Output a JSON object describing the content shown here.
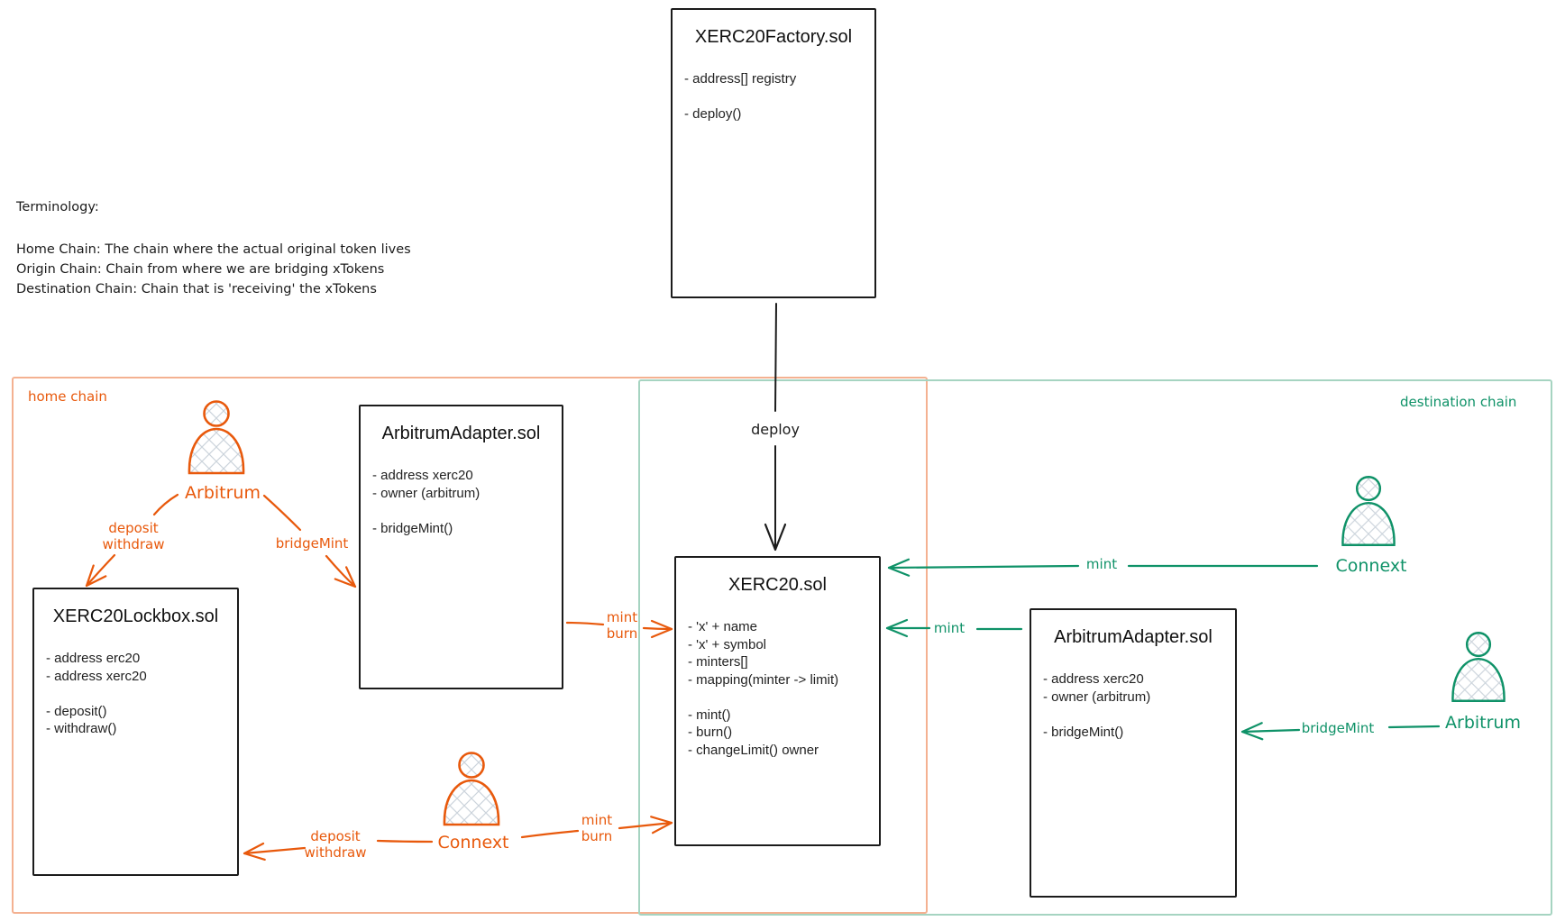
{
  "terminology": {
    "title": "Terminology:",
    "line1": "Home Chain: The chain where the actual original token lives",
    "line2": "Origin Chain: Chain from where we are bridging xTokens",
    "line3": "Destination Chain: Chain that is 'receiving' the xTokens"
  },
  "regions": {
    "home": {
      "label": "home chain"
    },
    "destination": {
      "label": "destination chain"
    }
  },
  "boxes": {
    "factory": {
      "title": "XERC20Factory.sol",
      "lines": [
        "- address[] registry",
        "",
        "- deploy()"
      ]
    },
    "home_adapter": {
      "title": "ArbitrumAdapter.sol",
      "lines": [
        "- address xerc20",
        "- owner (arbitrum)",
        "",
        "- bridgeMint()"
      ]
    },
    "xerc20": {
      "title": "XERC20.sol",
      "lines": [
        "- 'x' + name",
        "- 'x' + symbol",
        "- minters[]",
        "- mapping(minter -> limit)",
        "",
        "- mint()",
        "- burn()",
        "- changeLimit() owner"
      ]
    },
    "lockbox": {
      "title": "XERC20Lockbox.sol",
      "lines": [
        "- address erc20",
        "- address xerc20",
        "",
        "- deposit()",
        "- withdraw()"
      ]
    },
    "dest_adapter": {
      "title": "ArbitrumAdapter.sol",
      "lines": [
        "- address xerc20",
        "- owner (arbitrum)",
        "",
        "- bridgeMint()"
      ]
    }
  },
  "actors": {
    "home_arbitrum": "Arbitrum",
    "home_connext": "Connext",
    "dest_connext": "Connext",
    "dest_arbitrum": "Arbitrum"
  },
  "edges": {
    "deploy": "deploy",
    "home_arbitrum_lockbox": "deposit\nwithdraw",
    "home_arbitrum_adapter": "bridgeMint",
    "home_adapter_xerc20": "mint\nburn",
    "home_connext_lockbox": "deposit\nwithdraw",
    "home_connext_xerc20": "mint\nburn",
    "dest_connext_xerc20": "mint",
    "dest_adapter_xerc20": "mint",
    "dest_arbitrum_adapter": "bridgeMint"
  },
  "colors": {
    "orange": "#e8590c",
    "orange_region_border": "#f4b191",
    "green": "#0f9268",
    "green_region_border": "#a6d4c1",
    "ink": "#1c1c1c",
    "crosshatch": "#ccd4dc"
  }
}
